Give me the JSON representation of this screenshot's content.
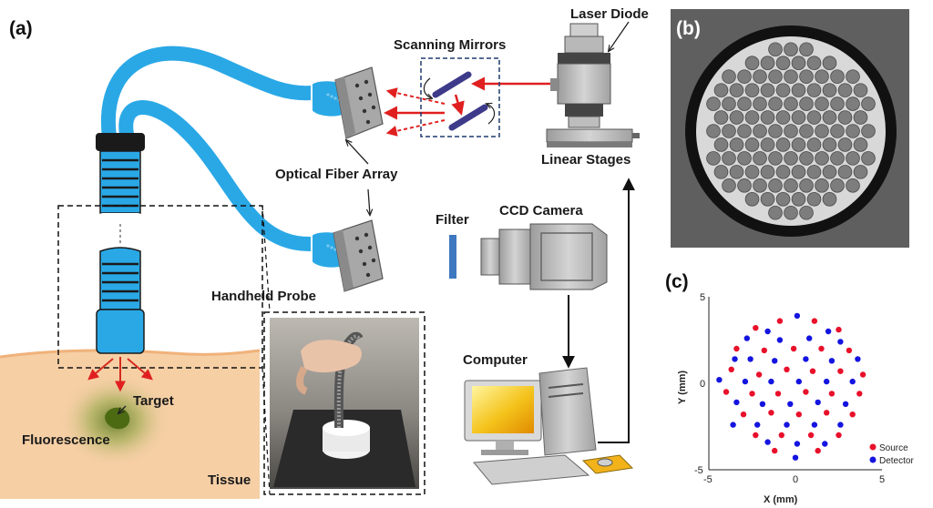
{
  "panels": {
    "a": "(a)",
    "b": "(b)",
    "c": "(c)"
  },
  "labels": {
    "scanning_mirrors": "Scanning Mirrors",
    "laser_diode": "Laser Diode",
    "optical_fiber_array": "Optical Fiber Array",
    "linear_stages": "Linear Stages",
    "filter": "Filter",
    "ccd_camera": "CCD Camera",
    "handheld_probe": "Handheld Probe",
    "computer": "Computer",
    "target": "Target",
    "fluorescence": "Fluorescence",
    "tissue": "Tissue"
  },
  "colors": {
    "fiber": "#2aa8e6",
    "laser": "#e02020",
    "tissue": "#f6cfa5",
    "fluorescence": "#6f8f2a",
    "source": "#e8102a",
    "detector": "#1414e0"
  },
  "chart_data": {
    "type": "scatter",
    "xlabel": "X (mm)",
    "ylabel": "Y (mm)",
    "xlim": [
      -5,
      5
    ],
    "ylim": [
      -5,
      5
    ],
    "xticks": [
      "-5",
      "0",
      "5"
    ],
    "yticks": [
      "5",
      "0",
      "-5"
    ],
    "legend_placement": "bottom-right",
    "series": [
      {
        "name": "Source",
        "color": "#e8102a",
        "points": [
          [
            -2.3,
            3.2
          ],
          [
            -0.9,
            3.6
          ],
          [
            1.1,
            3.6
          ],
          [
            2.5,
            3.1
          ],
          [
            -3.4,
            2.0
          ],
          [
            -1.8,
            1.9
          ],
          [
            -0.1,
            2.0
          ],
          [
            1.5,
            2.0
          ],
          [
            3.1,
            1.9
          ],
          [
            -3.7,
            0.8
          ],
          [
            -2.1,
            0.5
          ],
          [
            -0.5,
            0.8
          ],
          [
            1.0,
            0.7
          ],
          [
            2.6,
            0.7
          ],
          [
            3.9,
            0.5
          ],
          [
            -4.0,
            -0.5
          ],
          [
            -2.5,
            -0.6
          ],
          [
            -1.0,
            -0.6
          ],
          [
            0.6,
            -0.5
          ],
          [
            2.1,
            -0.6
          ],
          [
            3.7,
            -0.6
          ],
          [
            -3.0,
            -1.8
          ],
          [
            -1.4,
            -1.7
          ],
          [
            0.2,
            -1.8
          ],
          [
            1.8,
            -1.7
          ],
          [
            3.3,
            -1.8
          ],
          [
            -2.3,
            -3.0
          ],
          [
            -0.8,
            -3.0
          ],
          [
            0.9,
            -3.0
          ],
          [
            2.5,
            -3.0
          ],
          [
            -1.2,
            -3.9
          ],
          [
            1.3,
            -3.9
          ]
        ]
      },
      {
        "name": "Detector",
        "color": "#1414e0",
        "points": [
          [
            -1.6,
            3.0
          ],
          [
            0.1,
            3.9
          ],
          [
            1.9,
            3.0
          ],
          [
            -2.8,
            2.6
          ],
          [
            -0.9,
            2.5
          ],
          [
            0.8,
            2.6
          ],
          [
            2.6,
            2.4
          ],
          [
            -3.5,
            1.4
          ],
          [
            -2.6,
            1.4
          ],
          [
            -1.2,
            1.3
          ],
          [
            0.6,
            1.4
          ],
          [
            2.1,
            1.3
          ],
          [
            3.6,
            1.4
          ],
          [
            -4.4,
            0.2
          ],
          [
            -2.9,
            0.1
          ],
          [
            -1.4,
            0.1
          ],
          [
            0.2,
            0.1
          ],
          [
            1.8,
            0.1
          ],
          [
            3.3,
            0.1
          ],
          [
            -3.4,
            -1.1
          ],
          [
            -1.9,
            -1.2
          ],
          [
            -0.3,
            -1.2
          ],
          [
            1.3,
            -1.1
          ],
          [
            2.9,
            -1.2
          ],
          [
            -3.6,
            -2.4
          ],
          [
            -2.2,
            -2.4
          ],
          [
            -0.5,
            -2.4
          ],
          [
            1.1,
            -2.4
          ],
          [
            2.6,
            -2.4
          ],
          [
            -1.6,
            -3.4
          ],
          [
            0.1,
            -3.5
          ],
          [
            1.7,
            -3.5
          ],
          [
            0.0,
            -4.3
          ]
        ]
      }
    ]
  }
}
